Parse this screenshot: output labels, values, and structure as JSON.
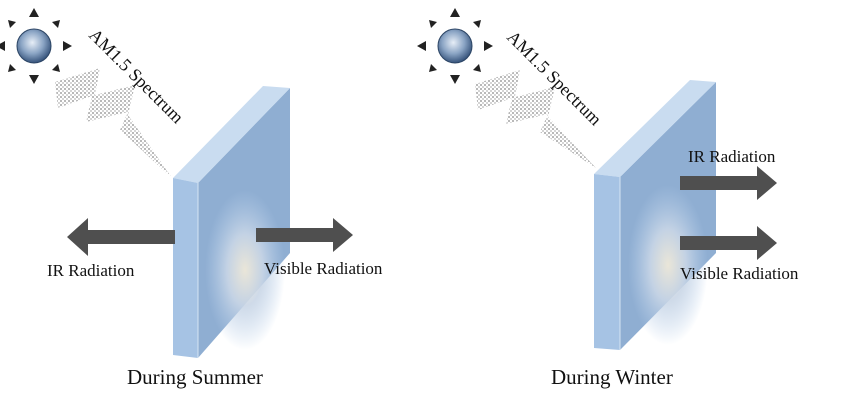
{
  "panels": [
    {
      "caption": "During Summer",
      "spectrum_label": "AM1.5 Spectrum",
      "labels": {
        "ir": "IR Radiation",
        "visible": "Visible Radiation"
      }
    },
    {
      "caption": "During Winter",
      "spectrum_label": "AM1.5 Spectrum",
      "labels": {
        "ir": "IR Radiation",
        "visible": "Visible Radiation"
      }
    }
  ],
  "colors": {
    "glass_front": "#a6c3e4",
    "glass_face": "#b5cde9",
    "glass_top": "#c9dcf0",
    "arrow": "#4f4f4f",
    "sun": "#3f5f85"
  }
}
